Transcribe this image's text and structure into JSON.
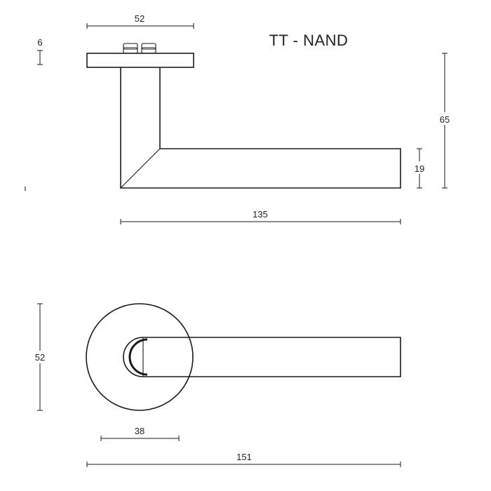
{
  "title": "TT - NAND",
  "side_view": {
    "dims": {
      "rose_width": "52",
      "rose_thickness": "6",
      "lever_thickness": "19",
      "overall_height": "65",
      "lever_length": "135"
    }
  },
  "top_view": {
    "dims": {
      "rose_diameter": "52",
      "neck_offset": "38",
      "overall_length": "151"
    }
  },
  "colors": {
    "line": "#1a1a1a",
    "background": "#ffffff"
  }
}
